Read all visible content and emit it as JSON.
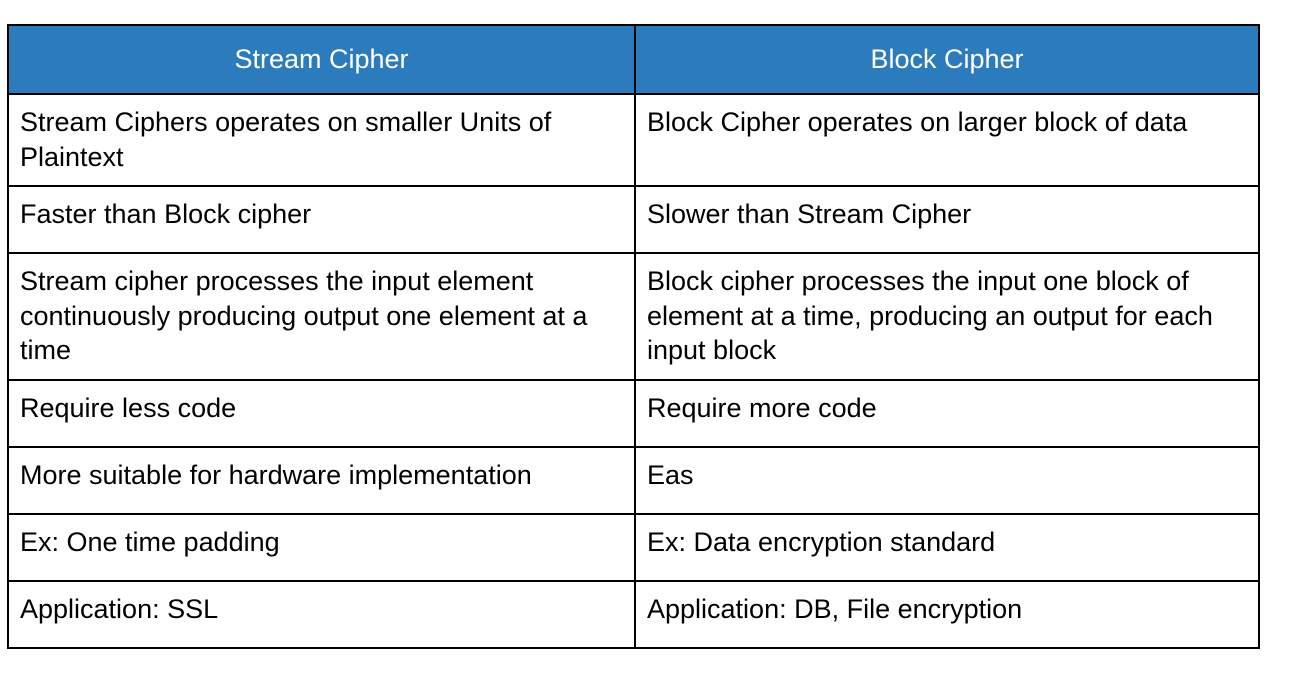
{
  "table": {
    "title": "Stream Cipher vs Block Cipher comparison",
    "header_background": "#2b7bbd",
    "header_text_color": "#ffffff",
    "border_color": "#000000",
    "body_background": "#ffffff",
    "body_text_color": "#000000",
    "columns": [
      {
        "label": "Stream Cipher"
      },
      {
        "label": "Block Cipher"
      }
    ],
    "rows": [
      {
        "left": "Stream Ciphers operates on smaller Units of Plaintext",
        "right": "Block Cipher operates on larger block of data"
      },
      {
        "left": "Faster than Block cipher",
        "right": "Slower than Stream Cipher"
      },
      {
        "left": "Stream cipher processes the input element continuously producing output one element at a time",
        "right": "Block cipher processes the input one block of element at a time, producing an output for each input block"
      },
      {
        "left": "Require less code",
        "right": "Require more code"
      },
      {
        "left": "More suitable for hardware implementation",
        "right": "Eas"
      },
      {
        "left": "Ex: One time padding",
        "right": "Ex: Data encryption standard"
      },
      {
        "left": "Application: SSL",
        "right": "Application: DB, File encryption"
      }
    ]
  }
}
